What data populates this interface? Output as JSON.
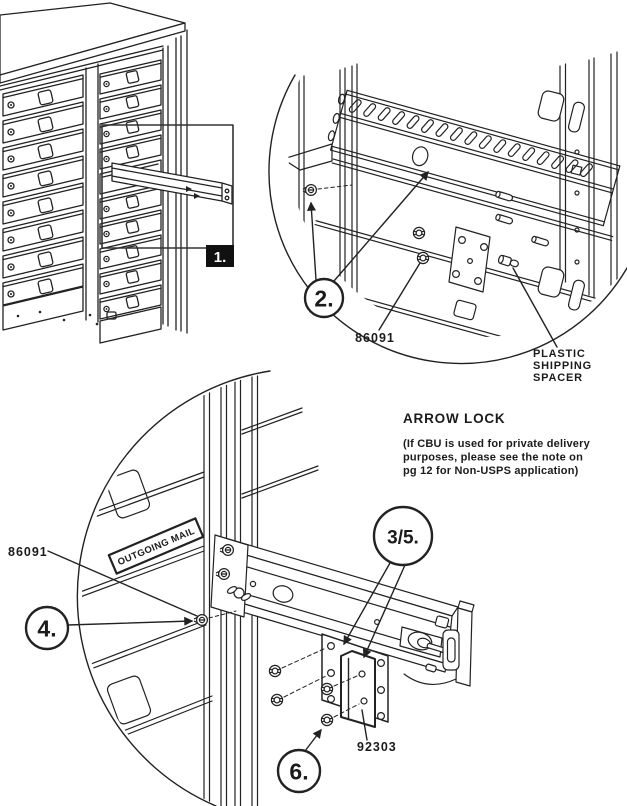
{
  "colors": {
    "ink": "#222222",
    "paper": "#ffffff",
    "step1_badge_bg": "#111111",
    "step1_badge_text": "#ffffff"
  },
  "figure1": {
    "step_label": "1."
  },
  "figure2": {
    "step_label": "2.",
    "part_number": "86091",
    "spacer_lines": [
      "PLASTIC",
      "SHIPPING",
      "SPACER"
    ]
  },
  "arrow_lock": {
    "title": "ARROW LOCK",
    "note_lines": [
      "(If CBU is used for private delivery",
      "purposes, please see the note on",
      "pg 12 for Non-USPS application)"
    ]
  },
  "figure3": {
    "step_label_top": "3/5.",
    "step_label_left": "4.",
    "step_label_bottom": "6.",
    "part_number_screw": "86091",
    "part_number_bracket": "92303",
    "outgoing_mail_label": "OUTGOING MAIL"
  }
}
